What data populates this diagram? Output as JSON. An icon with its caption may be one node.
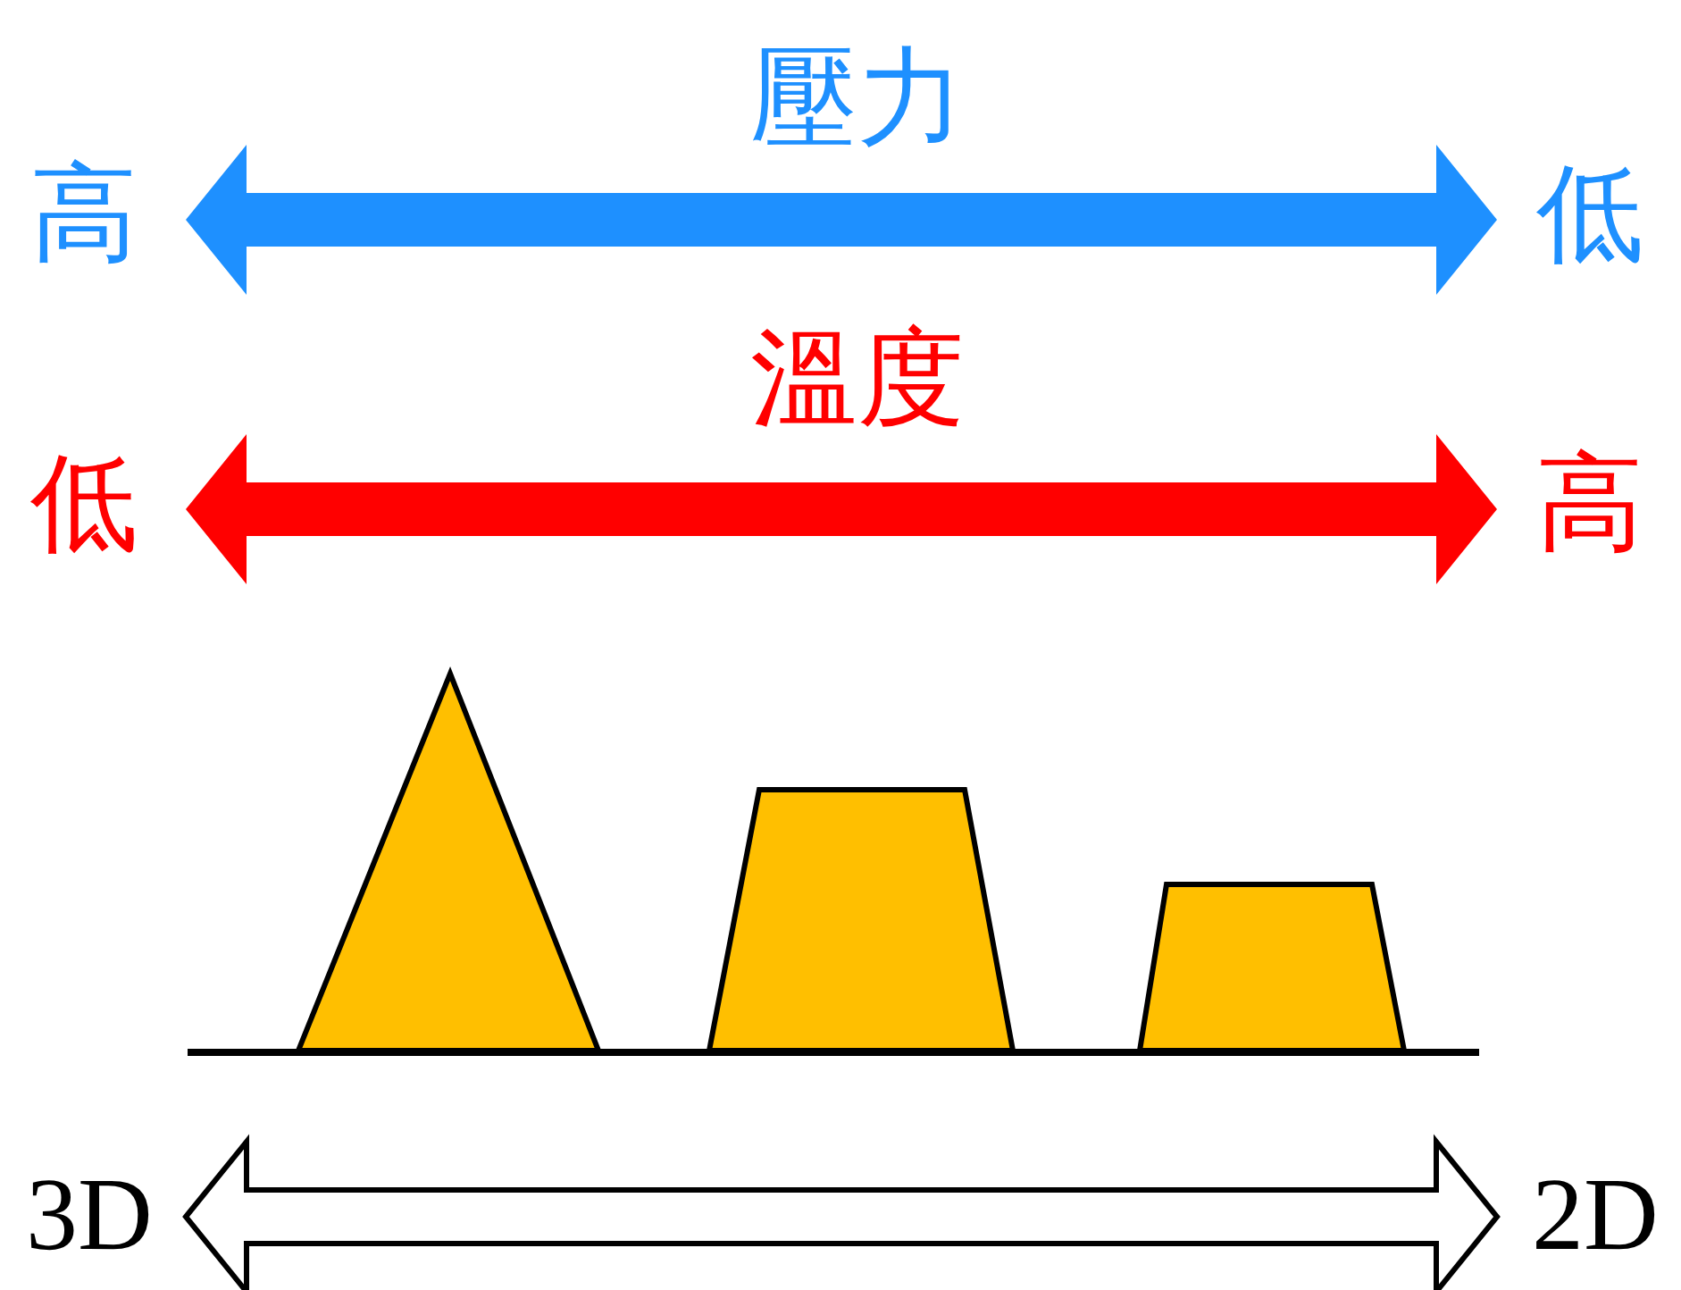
{
  "diagram": {
    "labels": [
      "壓力",
      "高",
      "低",
      "溫度",
      "低",
      "高",
      "3D",
      "2D"
    ]
  }
}
